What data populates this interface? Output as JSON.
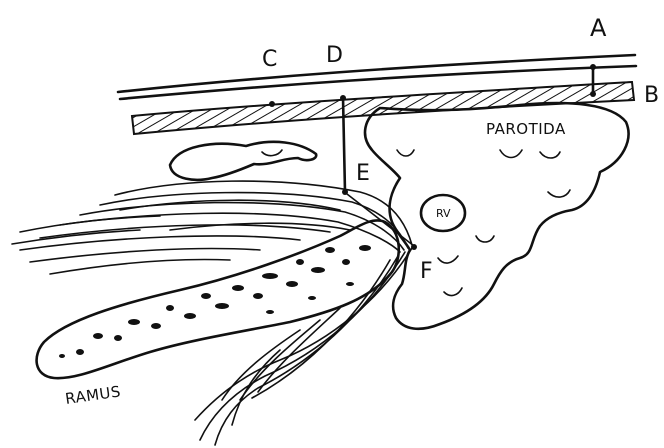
{
  "labels": {
    "a": "A",
    "b": "B",
    "c": "C",
    "d": "D",
    "e": "E",
    "f": "F",
    "parotid": "PAROTIDA",
    "rv": "RV",
    "ramus": "RAMUS"
  },
  "colors": {
    "ink": "#111111",
    "paper": "#ffffff"
  }
}
